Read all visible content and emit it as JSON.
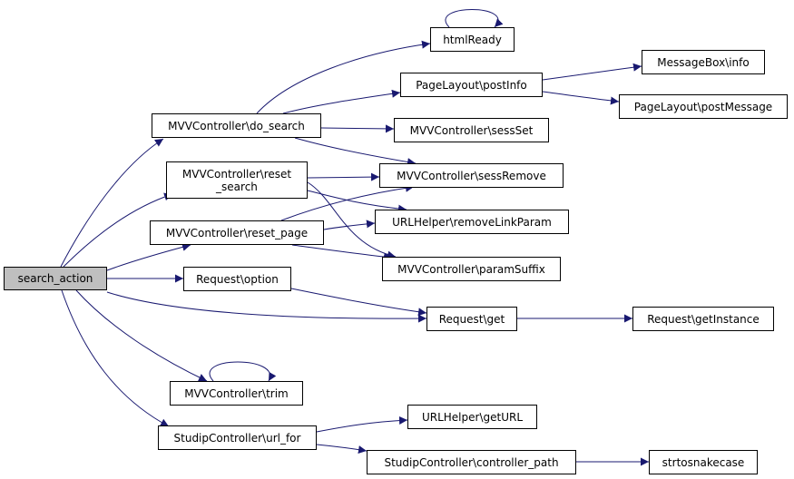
{
  "graph": {
    "edge_color": "#191970",
    "root_fill": "#bfbfbf",
    "nodes": [
      {
        "id": "search_action",
        "label": "search_action"
      },
      {
        "id": "do_search",
        "label": "MVVController\\do_search"
      },
      {
        "id": "reset_search",
        "label": "MVVController\\reset\n_search"
      },
      {
        "id": "reset_page",
        "label": "MVVController\\reset_page"
      },
      {
        "id": "option",
        "label": "Request\\option"
      },
      {
        "id": "trim",
        "label": "MVVController\\trim"
      },
      {
        "id": "url_for",
        "label": "StudipController\\url_for"
      },
      {
        "id": "htmlReady",
        "label": "htmlReady"
      },
      {
        "id": "postInfo",
        "label": "PageLayout\\postInfo"
      },
      {
        "id": "sessSet",
        "label": "MVVController\\sessSet"
      },
      {
        "id": "sessRemove",
        "label": "MVVController\\sessRemove"
      },
      {
        "id": "removeLinkParam",
        "label": "URLHelper\\removeLinkParam"
      },
      {
        "id": "paramSuffix",
        "label": "MVVController\\paramSuffix"
      },
      {
        "id": "get",
        "label": "Request\\get"
      },
      {
        "id": "getURL",
        "label": "URLHelper\\getURL"
      },
      {
        "id": "controller_path",
        "label": "StudipController\\controller_path"
      },
      {
        "id": "info",
        "label": "MessageBox\\info"
      },
      {
        "id": "postMessage",
        "label": "PageLayout\\postMessage"
      },
      {
        "id": "getInstance",
        "label": "Request\\getInstance"
      },
      {
        "id": "strtosnakecase",
        "label": "strtosnakecase"
      }
    ],
    "edges": [
      [
        "search_action",
        "do_search"
      ],
      [
        "search_action",
        "reset_search"
      ],
      [
        "search_action",
        "reset_page"
      ],
      [
        "search_action",
        "option"
      ],
      [
        "search_action",
        "get"
      ],
      [
        "search_action",
        "trim"
      ],
      [
        "search_action",
        "url_for"
      ],
      [
        "do_search",
        "htmlReady"
      ],
      [
        "do_search",
        "postInfo"
      ],
      [
        "do_search",
        "sessSet"
      ],
      [
        "do_search",
        "sessRemove"
      ],
      [
        "htmlReady",
        "htmlReady"
      ],
      [
        "postInfo",
        "info"
      ],
      [
        "postInfo",
        "postMessage"
      ],
      [
        "reset_search",
        "sessRemove"
      ],
      [
        "reset_search",
        "removeLinkParam"
      ],
      [
        "reset_search",
        "paramSuffix"
      ],
      [
        "reset_page",
        "sessRemove"
      ],
      [
        "reset_page",
        "removeLinkParam"
      ],
      [
        "reset_page",
        "paramSuffix"
      ],
      [
        "option",
        "get"
      ],
      [
        "get",
        "getInstance"
      ],
      [
        "trim",
        "trim"
      ],
      [
        "url_for",
        "getURL"
      ],
      [
        "url_for",
        "controller_path"
      ],
      [
        "controller_path",
        "strtosnakecase"
      ]
    ]
  }
}
